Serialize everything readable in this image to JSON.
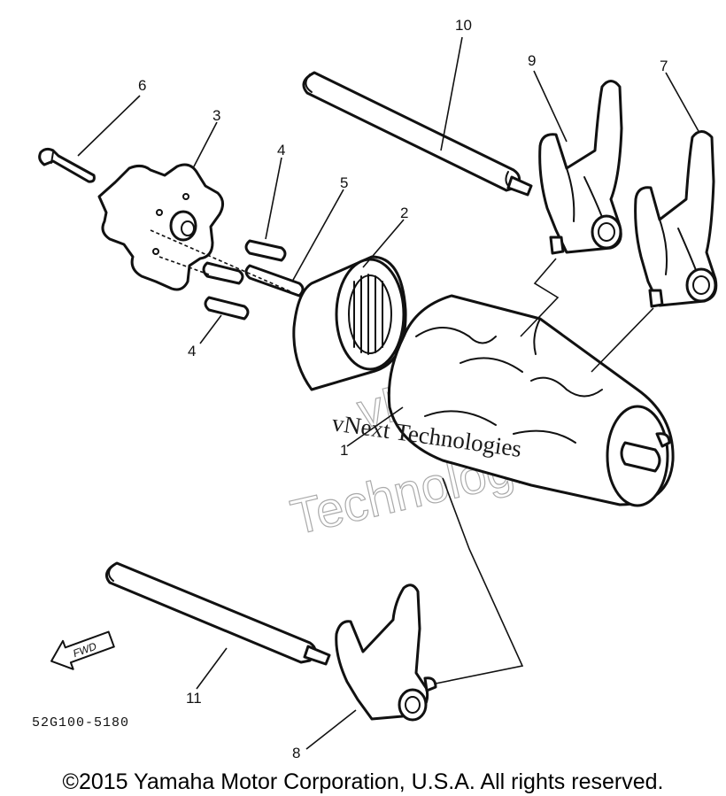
{
  "diagram": {
    "callouts": {
      "drum": "1",
      "bearing": "2",
      "segment": "3",
      "pin_upper": "4",
      "pin_lower": "4",
      "long_pin": "5",
      "bolt": "6",
      "fork_right": "7",
      "fork_bottom": "8",
      "fork_upper": "9",
      "rod_upper": "10",
      "rod_lower": "11"
    },
    "direction_label": "FWD",
    "drawing_code": "52G100-5180",
    "watermark": {
      "line1": "vNext Technologies",
      "outline_word1": "vNext",
      "outline_word2": "Technologies"
    }
  },
  "footer": {
    "copyright": "©2015 Yamaha Motor Corporation, U.S.A. All rights reserved."
  }
}
